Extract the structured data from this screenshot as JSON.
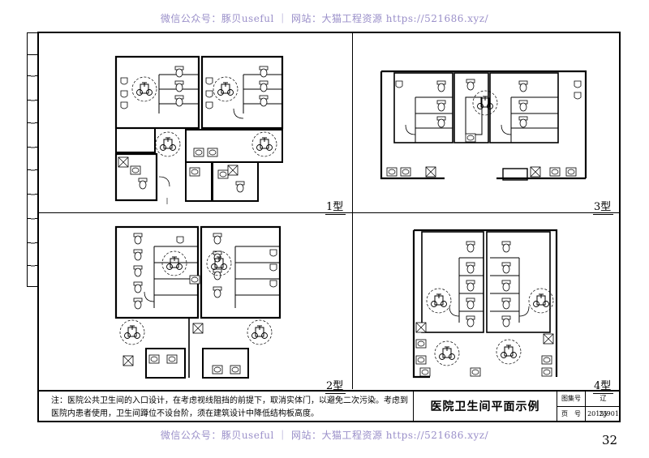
{
  "watermark": {
    "top": "微信公众号：豚贝useful ｜ 网站：大猫工程资源 https://521686.xyz/",
    "bottom": "微信公众号：豚贝useful ｜ 网站：大猫工程资源 https://521686.xyz/"
  },
  "page_number": "32",
  "note": "注：医院公共卫生间的入口设计，在考虑视线阻挡的前提下，取消实体门，以避免二次污染。考虑到医院内患者使用，卫生间蹲位不设台阶，须在建筑设计中降低结构板高度。",
  "title": "医院卫生间平面示例",
  "title_block": {
    "atlas_label": "图集号",
    "atlas_value": "辽2015J901",
    "page_label": "页　号",
    "page_value": "25"
  },
  "plans": [
    {
      "id": "type1",
      "label": "1型"
    },
    {
      "id": "type2",
      "label": "2型"
    },
    {
      "id": "type3",
      "label": "3型"
    },
    {
      "id": "type4",
      "label": "4型"
    }
  ]
}
